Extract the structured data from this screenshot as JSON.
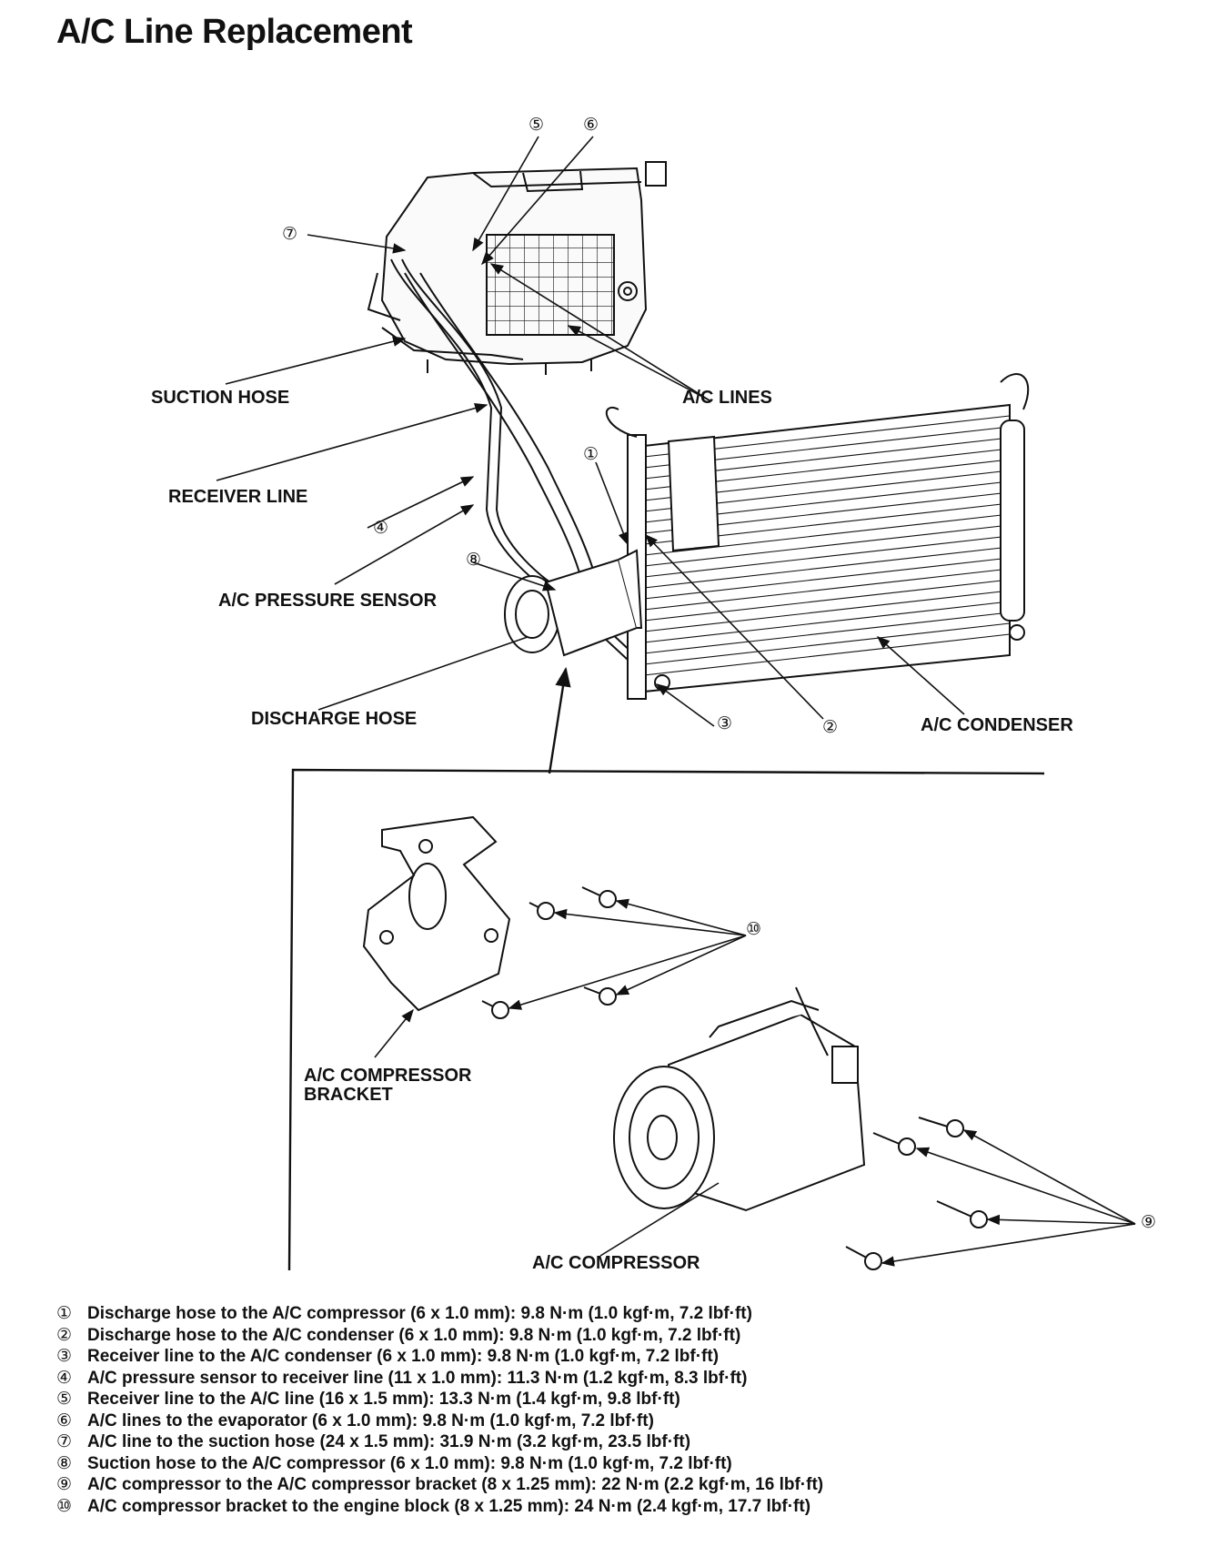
{
  "title": "A/C Line Replacement",
  "labels": {
    "suction_hose": "SUCTION HOSE",
    "ac_lines": "A/C LINES",
    "receiver_line": "RECEIVER LINE",
    "pressure_sensor": "A/C PRESSURE SENSOR",
    "discharge_hose": "DISCHARGE HOSE",
    "condenser": "A/C CONDENSER",
    "bracket_1": "A/C COMPRESSOR",
    "bracket_2": "BRACKET",
    "compressor": "A/C COMPRESSOR"
  },
  "callouts": {
    "c1": "①",
    "c2": "②",
    "c3": "③",
    "c4": "④",
    "c5": "⑤",
    "c6": "⑥",
    "c7": "⑦",
    "c8": "⑧",
    "c9": "⑨",
    "c10": "⑩"
  },
  "legend": [
    {
      "num": "①",
      "text": "Discharge hose to the A/C compressor (6 x 1.0 mm): 9.8 N·m (1.0 kgf·m, 7.2 lbf·ft)"
    },
    {
      "num": "②",
      "text": "Discharge hose to the A/C condenser (6 x 1.0 mm): 9.8 N·m (1.0 kgf·m, 7.2 lbf·ft)"
    },
    {
      "num": "③",
      "text": "Receiver line to the A/C condenser (6 x 1.0 mm): 9.8 N·m (1.0 kgf·m, 7.2 lbf·ft)"
    },
    {
      "num": "④",
      "text": "A/C pressure sensor to receiver line (11 x 1.0 mm): 11.3 N·m (1.2 kgf·m, 8.3 lbf·ft)"
    },
    {
      "num": "⑤",
      "text": "Receiver line to the A/C line (16 x 1.5 mm): 13.3 N·m (1.4 kgf·m, 9.8 lbf·ft)"
    },
    {
      "num": "⑥",
      "text": "A/C lines to the evaporator (6 x 1.0 mm): 9.8 N·m (1.0 kgf·m, 7.2 lbf·ft)"
    },
    {
      "num": "⑦",
      "text": "A/C line to the suction hose (24 x 1.5 mm): 31.9 N·m (3.2 kgf·m, 23.5 lbf·ft)"
    },
    {
      "num": "⑧",
      "text": "Suction hose to the A/C compressor (6 x 1.0 mm): 9.8 N·m (1.0 kgf·m, 7.2 lbf·ft)"
    },
    {
      "num": "⑨",
      "text": "A/C compressor to the A/C compressor bracket (8 x 1.25 mm): 22 N·m (2.2 kgf·m, 16 lbf·ft)"
    },
    {
      "num": "⑩",
      "text": "A/C compressor bracket to the engine block (8 x 1.25 mm): 24 N·m (2.4 kgf·m, 17.7 lbf·ft)"
    }
  ],
  "colors": {
    "ink": "#111111",
    "paper": "#ffffff"
  }
}
